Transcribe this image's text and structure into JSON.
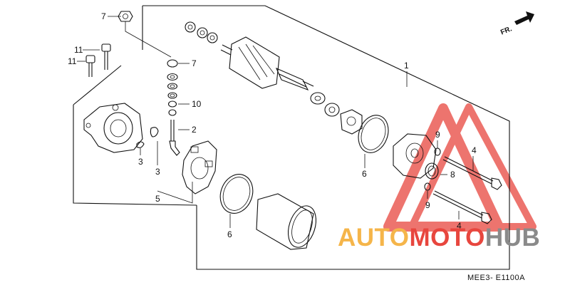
{
  "diagram": {
    "callouts": [
      {
        "id": "c7a",
        "text": "7"
      },
      {
        "id": "c11a",
        "text": "11"
      },
      {
        "id": "c11b",
        "text": "11"
      },
      {
        "id": "c7b",
        "text": "7"
      },
      {
        "id": "c10",
        "text": "10"
      },
      {
        "id": "c2",
        "text": "2"
      },
      {
        "id": "c3a",
        "text": "3"
      },
      {
        "id": "c3b",
        "text": "3"
      },
      {
        "id": "c5",
        "text": "5"
      },
      {
        "id": "c6a",
        "text": "6"
      },
      {
        "id": "c6b",
        "text": "6"
      },
      {
        "id": "c1",
        "text": "1"
      },
      {
        "id": "c9a",
        "text": "9"
      },
      {
        "id": "c8",
        "text": "8"
      },
      {
        "id": "c9b",
        "text": "9"
      },
      {
        "id": "c4a",
        "text": "4"
      },
      {
        "id": "c4b",
        "text": "4"
      }
    ],
    "direction_label": "FR.",
    "diagram_code": "MEE3- E1100A"
  },
  "watermark": {
    "part1": "AUTO",
    "part2": "MOTO",
    "part3": "HUB",
    "color_orange": "#f5b54a",
    "color_red": "#e8463e",
    "color_gray": "#8a8a8a"
  }
}
